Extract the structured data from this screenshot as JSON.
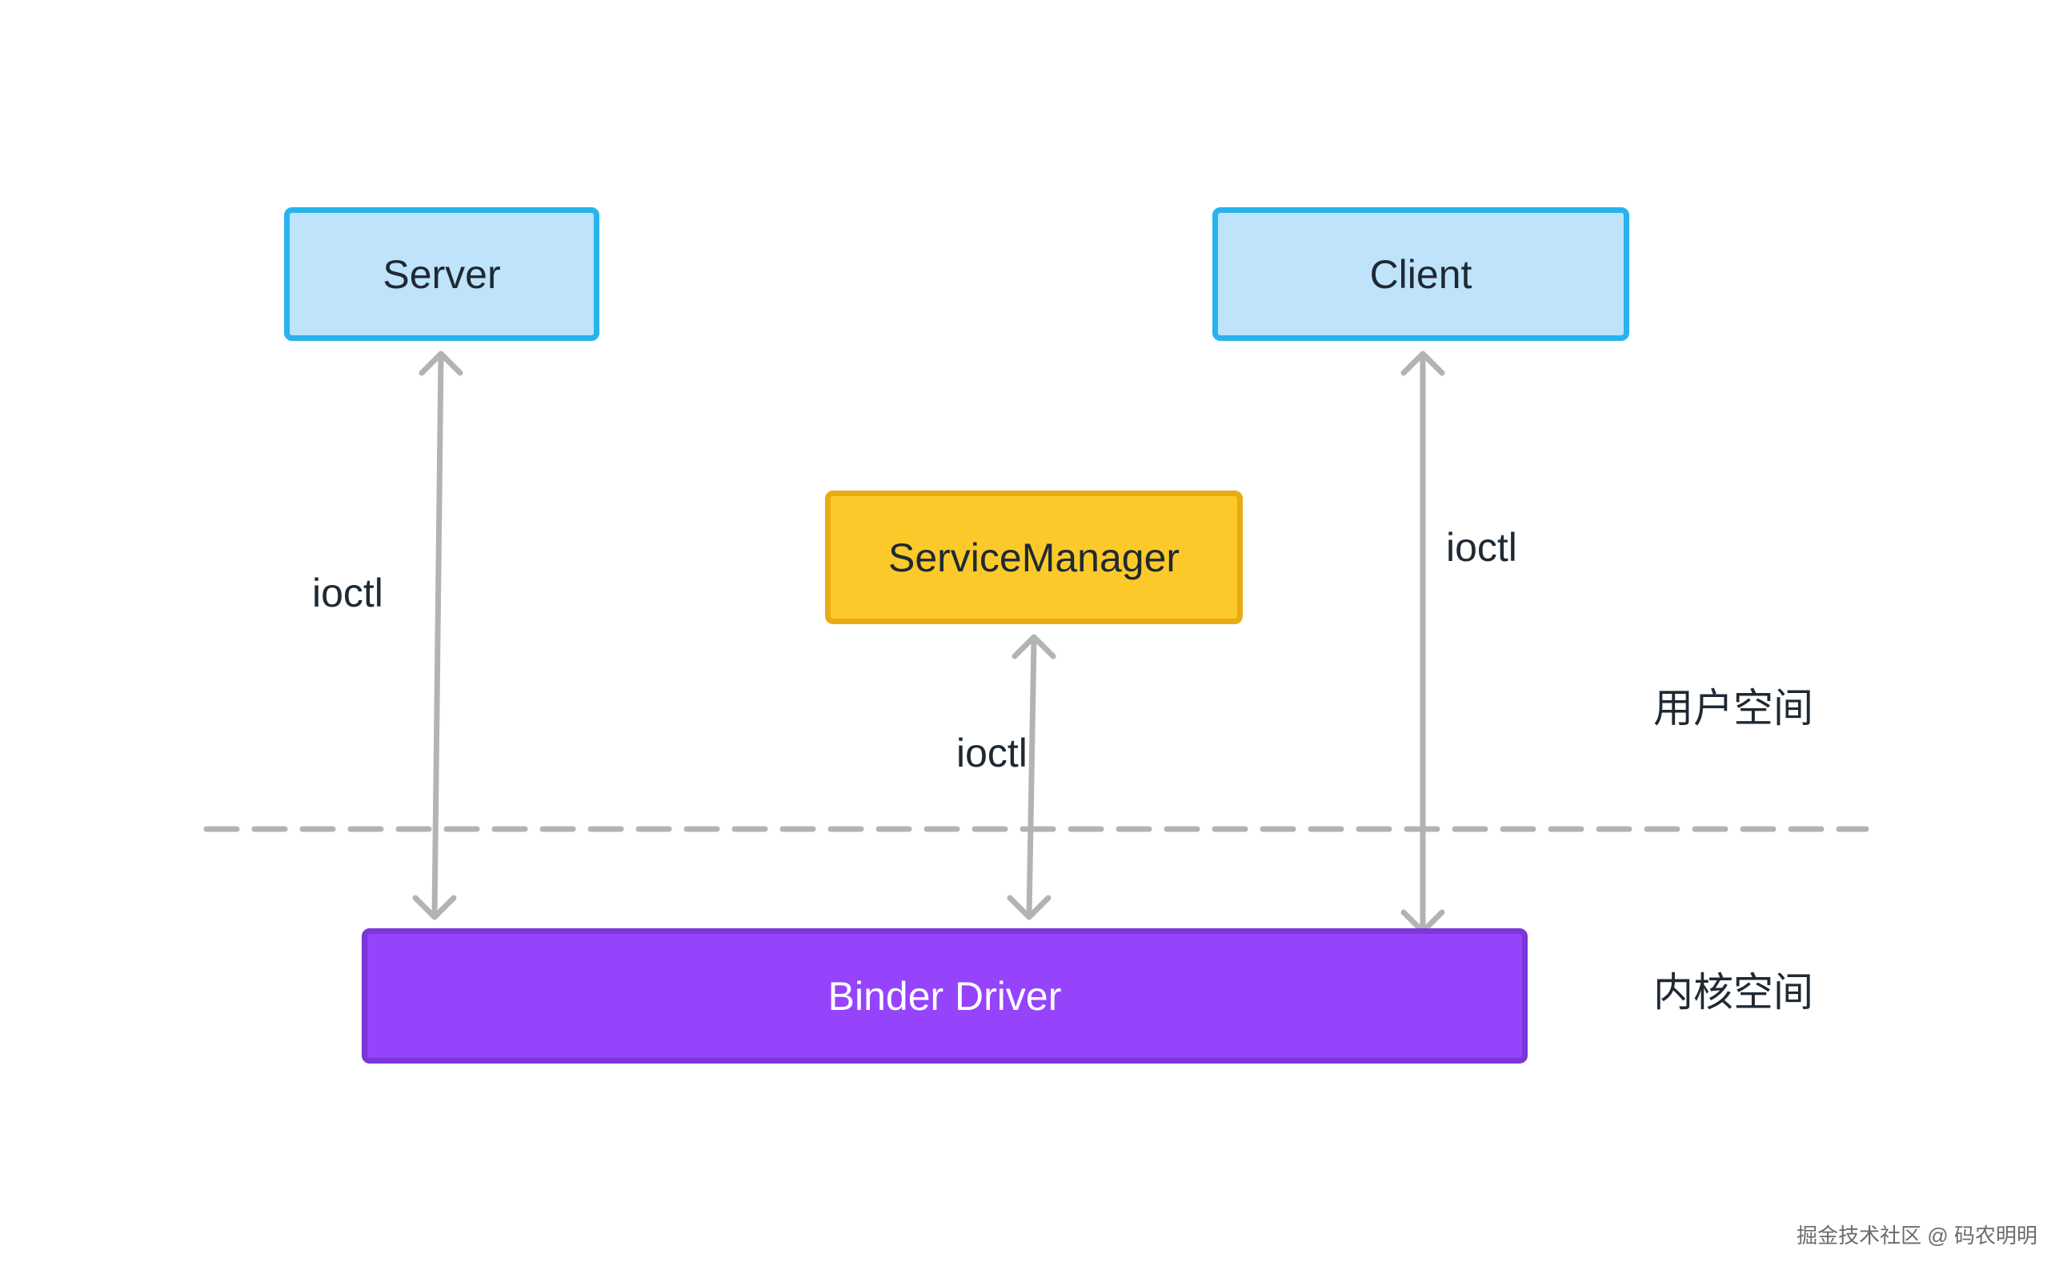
{
  "nodes": {
    "server": "Server",
    "client": "Client",
    "service_manager": "ServiceManager",
    "binder_driver": "Binder Driver"
  },
  "edge_labels": {
    "server_ioctl": "ioctl",
    "service_manager_ioctl": "ioctl",
    "client_ioctl": "ioctl"
  },
  "regions": {
    "user_space": "用户空间",
    "kernel_space": "内核空间"
  },
  "watermark": "掘金技术社区 @ 码农明明",
  "colors": {
    "blue_fill": "#bee3fb",
    "blue_border": "#29b3ec",
    "yellow_fill": "#fbca2a",
    "yellow_border": "#e8ac12",
    "purple_fill": "#9544fb",
    "purple_border": "#7c36d9",
    "arrow": "#b3b3b3",
    "divider": "#b3b3b3"
  }
}
